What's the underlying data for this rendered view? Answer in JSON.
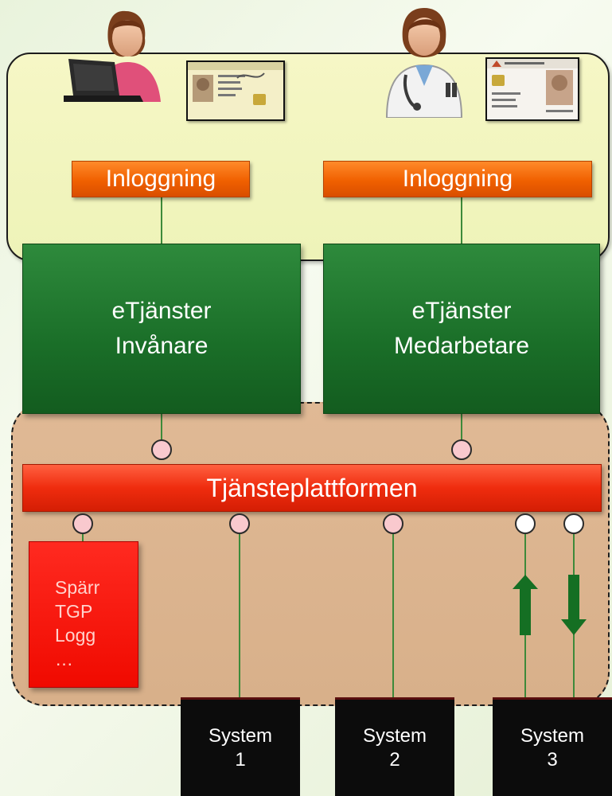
{
  "login": {
    "left_label": "Inloggning",
    "right_label": "Inloggning"
  },
  "etjanster": {
    "left": {
      "line1": "eTjänster",
      "line2": "Invånare"
    },
    "right": {
      "line1": "eTjänster",
      "line2": "Medarbetare"
    }
  },
  "platform": {
    "label": "Tjänsteplattformen"
  },
  "services_box": {
    "items": [
      "Spärr",
      "TGP",
      "Logg",
      "…"
    ]
  },
  "systems": [
    {
      "line1": "System",
      "line2": "1"
    },
    {
      "line1": "System",
      "line2": "2"
    },
    {
      "line1": "System",
      "line2": "3"
    }
  ],
  "icons": {
    "citizen": "person-at-laptop-icon",
    "citizen_card": "id-card-icon",
    "doctor": "doctor-with-stethoscope-icon",
    "doctor_card": "employee-card-icon"
  },
  "colors": {
    "login": "#f06000",
    "etjanster": "#1a6e28",
    "platform": "#ef2c0e",
    "services_box": "#f00a00",
    "system": "#0c0c0c",
    "connector_pink": "#f9c9ce",
    "connector_white": "#ffffff",
    "line": "#3d8a3a"
  }
}
